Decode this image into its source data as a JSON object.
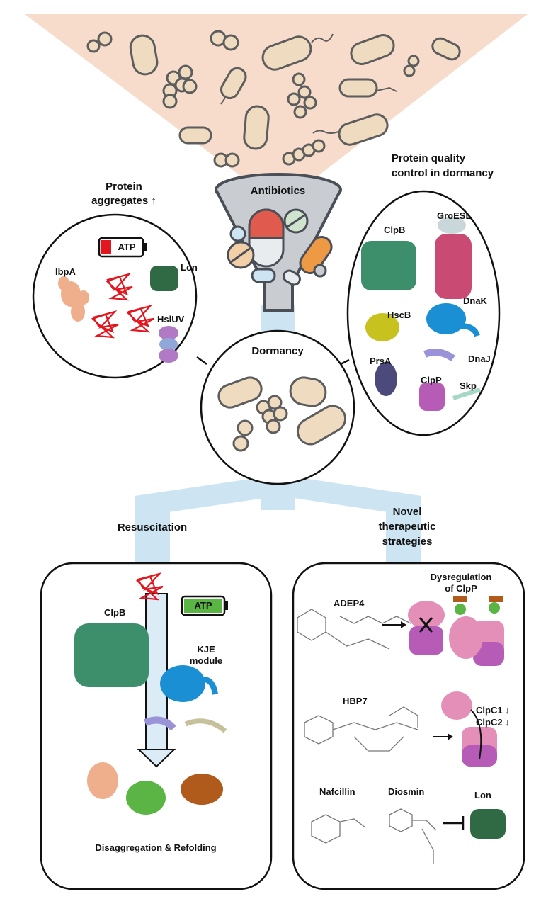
{
  "funnel": {
    "label": "Antibiotics"
  },
  "aggregates": {
    "title_line1": "Protein",
    "title_line2": "aggregates ↑",
    "battery_label": "ATP",
    "proteins": [
      "IbpA",
      "Lon",
      "HslUV"
    ]
  },
  "pqc": {
    "title_line1": "Protein quality",
    "title_line2": "control in dormancy",
    "proteins": [
      "ClpB",
      "GroESL",
      "HscB",
      "DnaK",
      "PrsA",
      "DnaJ",
      "ClpP",
      "Skp"
    ]
  },
  "dormancy": {
    "label": "Dormancy"
  },
  "resuscitation": {
    "title": "Resuscitation",
    "clpb": "ClpB",
    "battery_label": "ATP",
    "kje_line1": "KJE",
    "kje_line2": "module",
    "footer": "Disaggregation & Refolding"
  },
  "therapy": {
    "title_line1": "Novel",
    "title_line2": "therapeutic",
    "title_line3": "strategies",
    "dys_line1": "Dysregulation",
    "dys_line2": "of ClpP",
    "adep4": "ADEP4",
    "hbp7": "HBP7",
    "clpc1": "ClpC1 ↓",
    "clpc2": "ClpC2 ↓",
    "nafcillin": "Nafcillin",
    "diosmin": "Diosmin",
    "lon": "Lon"
  },
  "colors": {
    "bacteria_fill": "#efdcc0",
    "bacteria_stroke": "#5d5d5d",
    "cone": "#f7dccb",
    "funnel": "#c9ccd1",
    "stem": "#cde5f3",
    "aggregate": "#e3161f",
    "clpb": "#3d8e6a",
    "groesl": "#c94b74",
    "dnak": "#1a8fd3",
    "dnaj": "#9b93d8",
    "hscb": "#c7c21e",
    "prsa": "#4c4a7a",
    "clpp": "#b65cb6",
    "lon": "#2f6a45",
    "ibpa": "#efae8c"
  }
}
